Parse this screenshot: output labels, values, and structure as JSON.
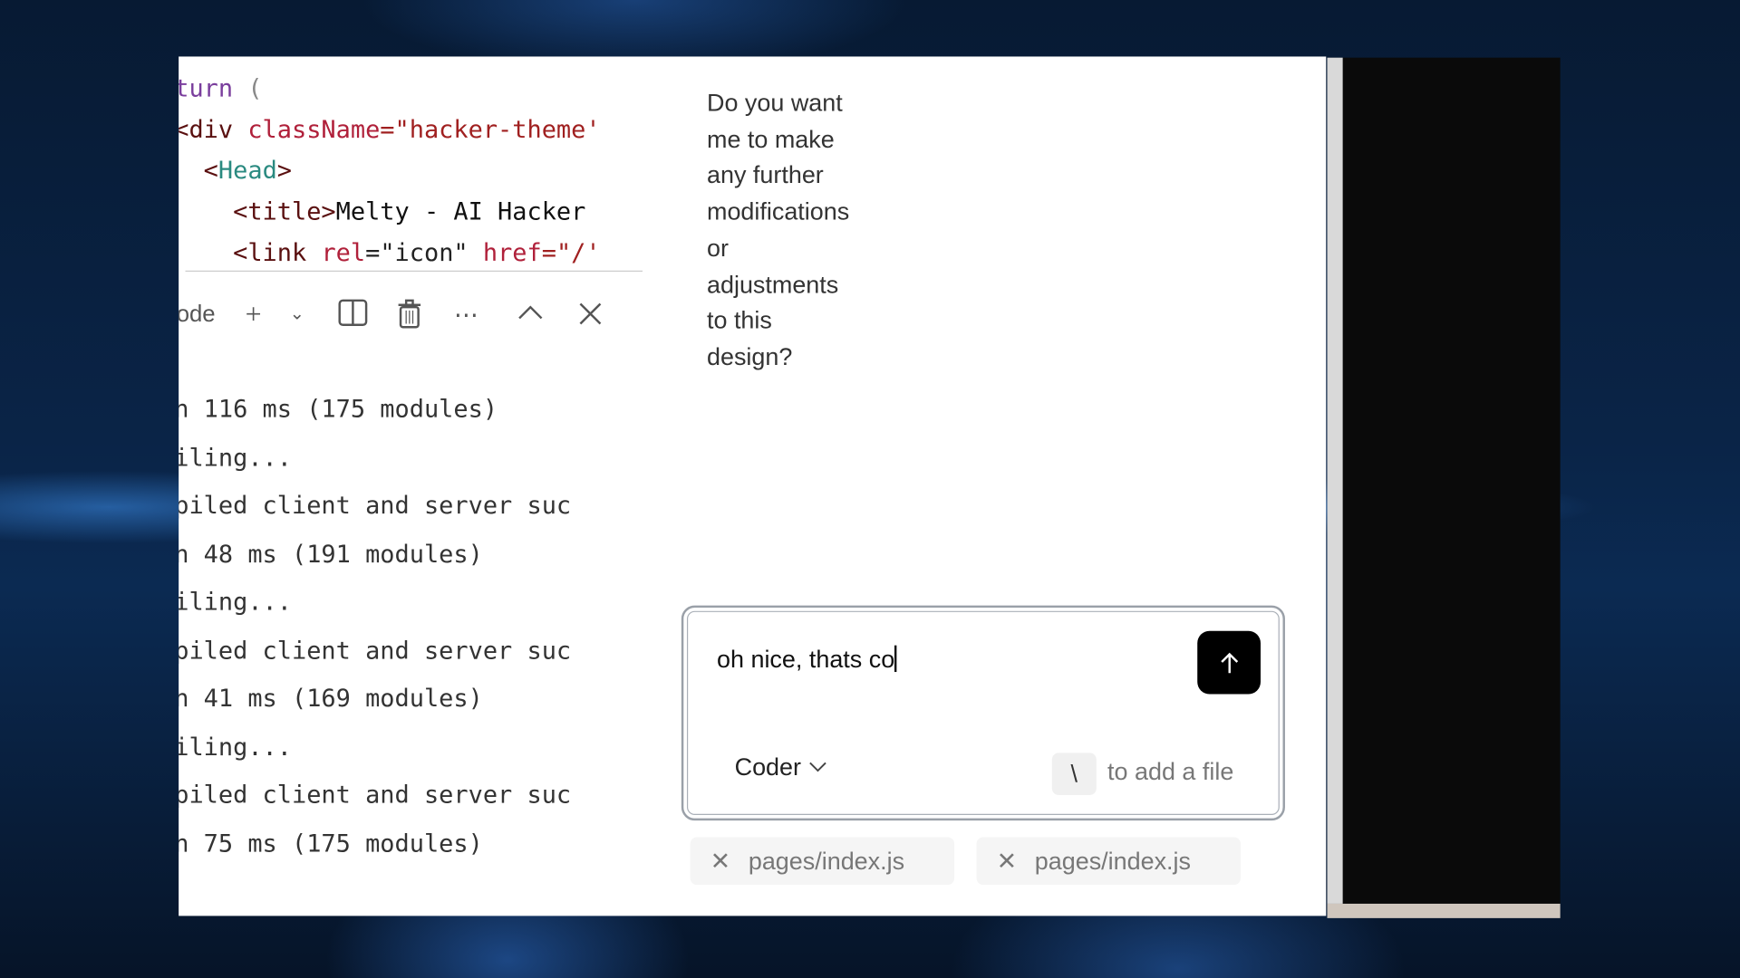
{
  "editor": {
    "code_lines": [
      [
        {
          "t": "turn",
          "c": "#7a3e9d"
        },
        {
          "t": " (",
          "c": "#888"
        }
      ],
      [
        {
          "t": "<div",
          "c": "#5a1010"
        },
        {
          "t": " className",
          "c": "#b0203a"
        },
        {
          "t": "=\"hacker-theme'",
          "c": "#a02020"
        }
      ],
      [
        {
          "t": "  <",
          "c": "#5a1010"
        },
        {
          "t": "Head",
          "c": "#2a8a80"
        },
        {
          "t": ">",
          "c": "#5a1010"
        }
      ],
      [
        {
          "t": "    <title>",
          "c": "#5a1010"
        },
        {
          "t": "Melty - AI Hacker",
          "c": "#111"
        }
      ],
      [
        {
          "t": "    <link",
          "c": "#5a1010"
        },
        {
          "t": " rel",
          "c": "#b0203a"
        },
        {
          "t": "=\"icon\"",
          "c": "#222"
        },
        {
          "t": " href",
          "c": "#b0203a"
        },
        {
          "t": "=\"/'",
          "c": "#a02020"
        }
      ]
    ]
  },
  "terminal": {
    "tab_label": "ode",
    "toolbar_icons": [
      "plus-icon",
      "chevron-down-icon",
      "split-icon",
      "trash-icon",
      "more-icon",
      "chevron-up-icon",
      "close-icon"
    ],
    "lines": [
      "n 116 ms (175 modules)",
      "iling...",
      "piled client and server suc",
      "n 48 ms (191 modules)",
      "iling...",
      "piled client and server suc",
      "n 41 ms (169 modules)",
      "iling...",
      "piled client and server suc",
      "n 75 ms (175 modules)"
    ]
  },
  "chat": {
    "assistant_message_lines": [
      "Do you want",
      "me to make",
      "any further",
      "modifications",
      "or",
      "adjustments",
      "to this",
      "design?"
    ],
    "input_value": "oh nice, thats co",
    "send_icon": "arrow-up-icon",
    "mode_selected": "Coder",
    "file_key": "\\",
    "file_hint": "to add a file",
    "attached_files": [
      "pages/index.js",
      "pages/index.js"
    ]
  }
}
